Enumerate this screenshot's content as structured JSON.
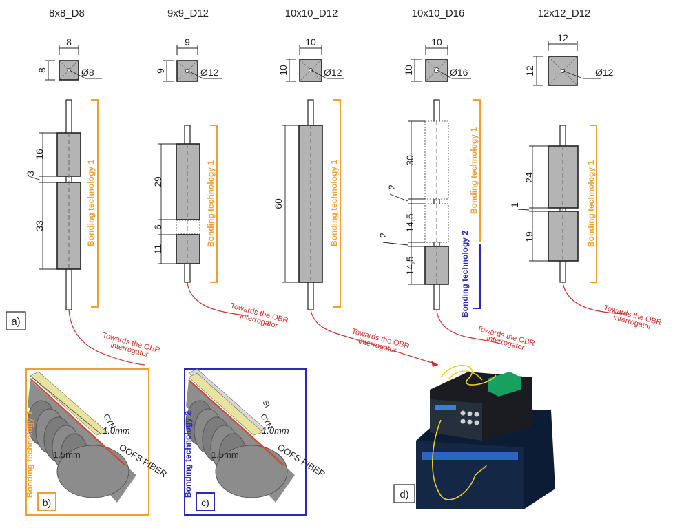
{
  "specimens": [
    {
      "id": "s1",
      "title": "8x8_D8",
      "side": "8",
      "diameter": "Ø8",
      "dims": [
        "16",
        "3",
        "33"
      ],
      "bond": "Bonding technology 1"
    },
    {
      "id": "s2",
      "title": "9x9_D12",
      "side": "9",
      "diameter": "Ø12",
      "dims": [
        "29",
        "6",
        "11"
      ],
      "bond": "Bonding technology 1"
    },
    {
      "id": "s3",
      "title": "10x10_D12",
      "side": "10",
      "diameter": "Ø12",
      "dims": [
        "60"
      ],
      "bond": "Bonding technology 1"
    },
    {
      "id": "s4",
      "title": "10x10_D16",
      "side": "10",
      "diameter": "Ø16",
      "dims": [
        "30",
        "2",
        "14,5",
        "2",
        "14,5"
      ],
      "bond": "Bonding technology 1",
      "bond2": "Bonding technology 2"
    },
    {
      "id": "s5",
      "title": "12x12_D12",
      "side": "12",
      "diameter": "Ø12",
      "dims": [
        "24",
        "1",
        "19"
      ],
      "bond": "Bonding technology 1"
    }
  ],
  "obr_label_line1": "Towards the OBR",
  "obr_label_line2": "interrogator",
  "panels": {
    "a": "a)",
    "b": "b)",
    "c": "c)",
    "d": "d)"
  },
  "detail": {
    "bond1": "Bonding technology 1",
    "bond2": "Bonding technology 2",
    "cyn": "CYN",
    "si": "SI",
    "groove": "1.0mm",
    "depth": "1.5mm",
    "fiber": "OOFS FIBER"
  },
  "colors": {
    "bond1": "#f0a030",
    "bond2": "#2a2ab5",
    "fiber": "#c8302a"
  }
}
